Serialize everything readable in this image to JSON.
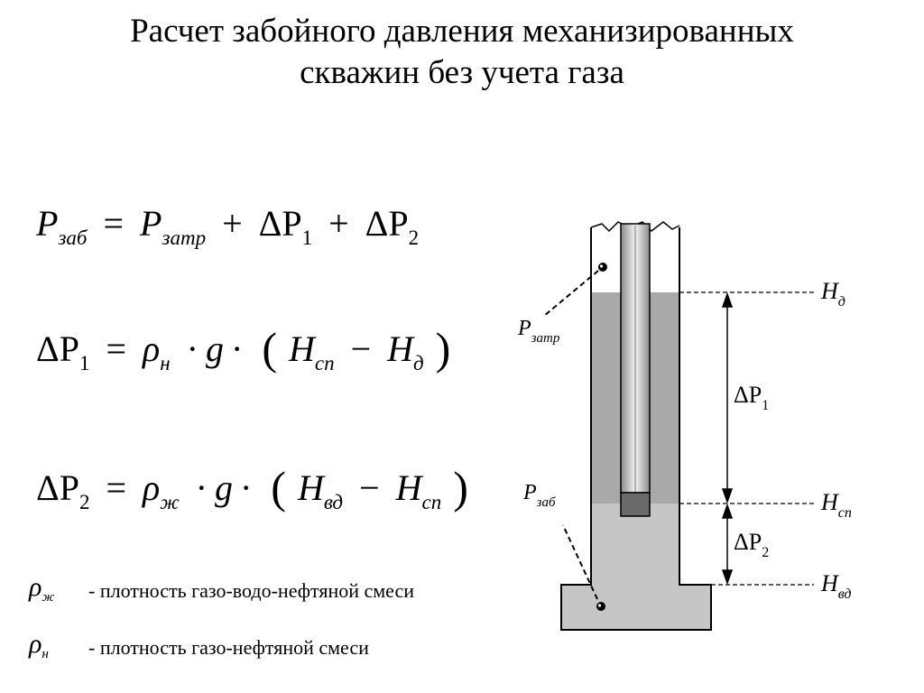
{
  "title": {
    "line1": "Расчет забойного давления механизированных",
    "line2": "скважин без учета газа"
  },
  "formulas": {
    "f1": {
      "P": "P",
      "zab": "заб",
      "eq": "=",
      "zatr": "затр",
      "plus1": "+",
      "dP1": "ΔP",
      "one": "1",
      "plus2": "+",
      "dP2": "ΔP",
      "two": "2"
    },
    "f2": {
      "dP": "ΔP",
      "one": "1",
      "eq": "=",
      "rho": "ρ",
      "n": "н",
      "dot1": "·",
      "g": "g",
      "dot2": "·",
      "lp": "(",
      "H1": "H",
      "sp": "сп",
      "minus": "−",
      "H2": "H",
      "d": "д",
      "rp": ")"
    },
    "f3": {
      "dP": "ΔP",
      "two": "2",
      "eq": "=",
      "rho": "ρ",
      "zh": "ж",
      "dot1": "·",
      "g": "g",
      "dot2": "·",
      "lp": "(",
      "H1": "H",
      "vd": "вд",
      "minus": "−",
      "H2": "H",
      "sp": "сп",
      "rp": ")"
    }
  },
  "legend": [
    {
      "symbol": "ρ",
      "sub": "ж",
      "text": "- плотность газо-водо-нефтяной смеси"
    },
    {
      "symbol": "ρ",
      "sub": "н",
      "text": "- плотность газо-нефтяной смеси"
    }
  ],
  "diagram_labels": {
    "Pzatr": {
      "main": "P",
      "sub": "затр"
    },
    "Pzab": {
      "main": "P",
      "sub": "заб"
    },
    "Hd": {
      "main": "H",
      "sub": "д"
    },
    "Hsp": {
      "main": "H",
      "sub": "сп"
    },
    "Hvd": {
      "main": "H",
      "sub": "вд"
    },
    "dP1": {
      "main": "ΔP",
      "sub": "1"
    },
    "dP2": {
      "main": "ΔP",
      "sub": "2"
    }
  },
  "colors": {
    "upper_fluid": "#a9a9a9",
    "lower_fluid": "#c6c6c6",
    "tube_light": "#f4f4f4",
    "tube_dark": "#8a8a8a",
    "pump": "#6a6a6a",
    "outline": "#000000"
  }
}
